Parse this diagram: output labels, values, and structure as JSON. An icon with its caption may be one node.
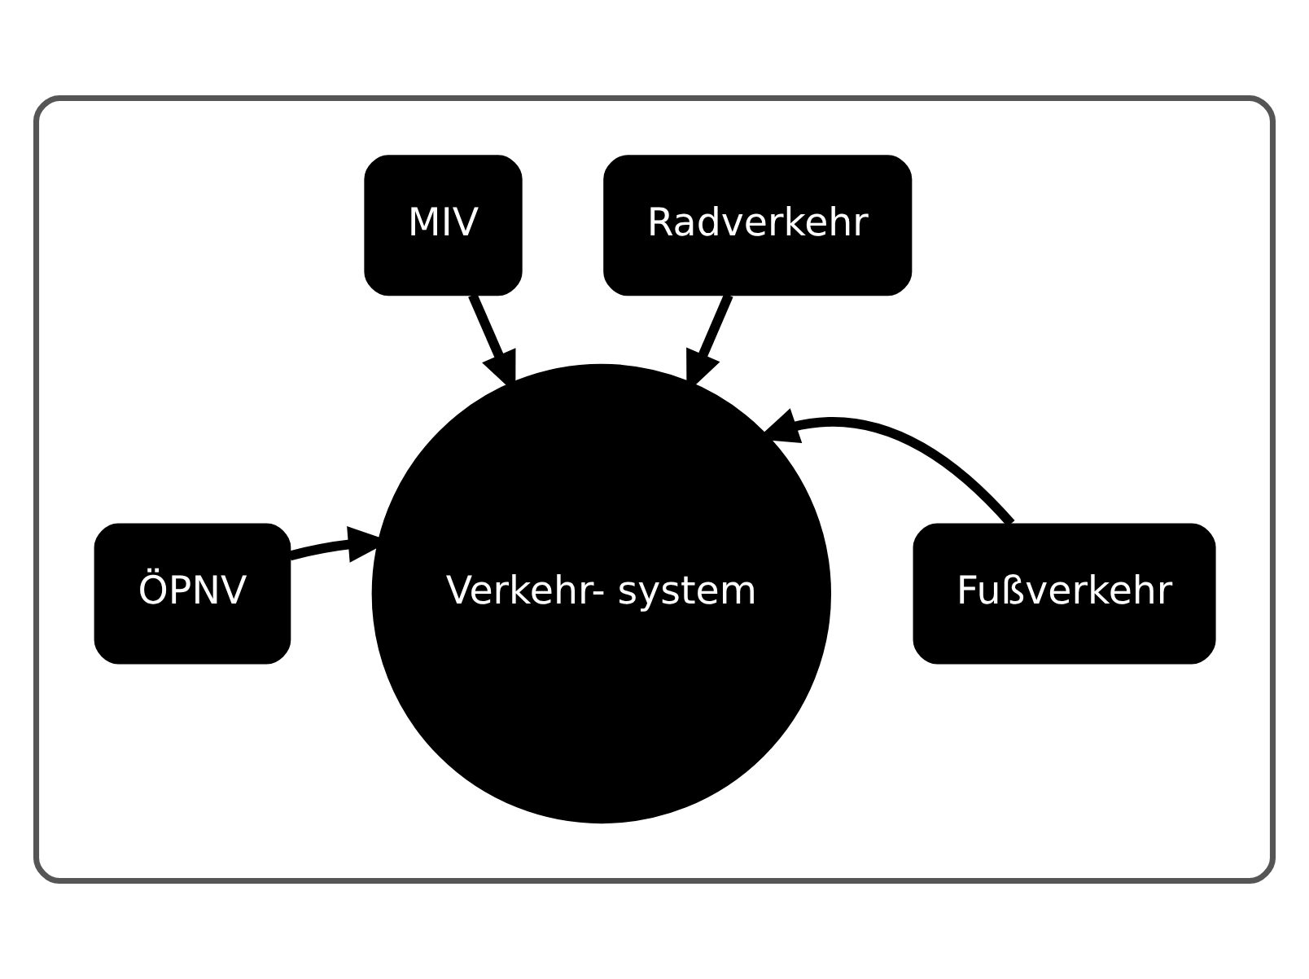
{
  "diagram": {
    "nodes": [
      {
        "text": [],
        "shape": "ellipse"
      },
      {
        "text": [
          "MIV"
        ],
        "in": 0
      },
      {
        "text": [
          "Radverkehr"
        ],
        "in": 0
      },
      {
        "text": [
          "ÖPNV"
        ],
        "in": 0
      },
      {
        "text": [
          "Verkehr- system"
        ],
        "in": 0
      },
      {
        "text": [
          "Fußverkehr"
        ],
        "in": 0
      }
    ],
    "edges": [
      {
        "from": 1,
        "to": 4,
        "arrow": "to"
      },
      {
        "from": 2,
        "to": 4,
        "arrow": "to"
      },
      {
        "from": 3,
        "to": 4,
        "arrow": "to"
      },
      {
        "from": 5,
        "to": 4,
        "arrow": "to"
      }
    ]
  }
}
